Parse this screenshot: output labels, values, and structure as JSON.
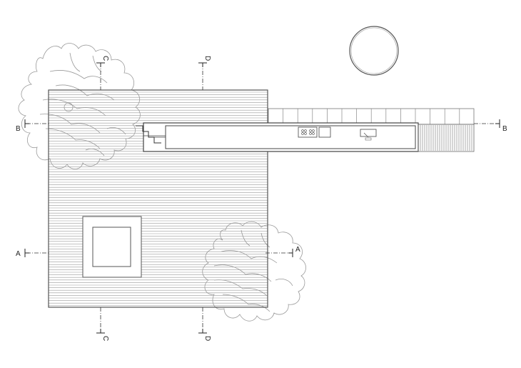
{
  "plan": {
    "section_marks": {
      "a_left": "A",
      "a_right": "A",
      "b_left": "B",
      "b_right": "B",
      "c_top": "C",
      "c_bottom": "C",
      "d_top": "D",
      "d_bottom": "D"
    },
    "colors": {
      "line": "#555555",
      "hatch": "#9a9a9a",
      "tree": "#9a9a9a",
      "cut": "#333333"
    }
  }
}
